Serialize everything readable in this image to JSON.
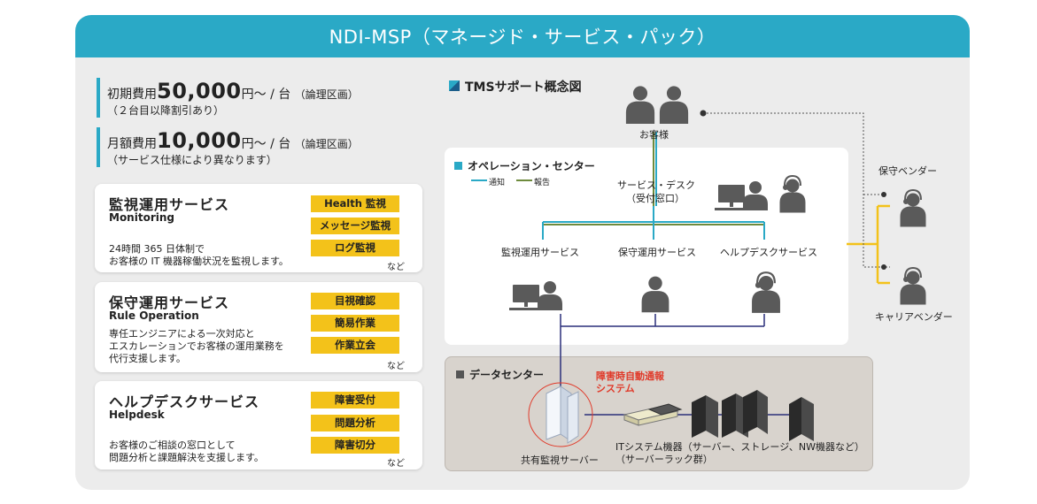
{
  "title": "NDI-MSP（マネージド・サービス・パック）",
  "pricing": [
    {
      "label": "初期費用",
      "amount": "50,000",
      "unit": "円～ / 台",
      "note": "（論理区画）",
      "sub": "（２台目以降割引あり）"
    },
    {
      "label": "月額費用",
      "amount": "10,000",
      "unit": "円～ / 台",
      "note": "（論理区画）",
      "sub": "（サービス仕様により異なります）"
    }
  ],
  "services": [
    {
      "title": "監視運用サービス",
      "subtitle": "Monitoring",
      "desc": [
        "24時間 365 日体制で",
        "お客様の IT 機器稼働状況を監視します。"
      ],
      "tags": [
        "Health 監視",
        "メッセージ監視",
        "ログ監視"
      ],
      "etc": "など"
    },
    {
      "title": "保守運用サービス",
      "subtitle": "Rule Operation",
      "desc": [
        "専任エンジニアによる一次対応と",
        "エスカレーションでお客様の運用業務を",
        "代行支援します。"
      ],
      "tags": [
        "目視確認",
        "簡易作業",
        "作業立会"
      ],
      "etc": "など"
    },
    {
      "title": "ヘルプデスクサービス",
      "subtitle": "Helpdesk",
      "desc": [
        "お客様のご相談の窓口として",
        "問題分析と課題解決を支援します。"
      ],
      "tags": [
        "障害受付",
        "問題分析",
        "障害切分"
      ],
      "etc": "など"
    }
  ],
  "diagram": {
    "heading": "TMSサポート概念図",
    "customer": "お客様",
    "operation_center": "オペレーション・センター",
    "legend_notify": "通知",
    "legend_report": "報告",
    "service_desk": [
      "サービス・デスク",
      "（受付窓口）"
    ],
    "monitoring": "監視運用サービス",
    "maintenance": "保守運用サービス",
    "helpdesk": "ヘルプデスクサービス",
    "maintenance_vendor": "保守ベンダー",
    "carrier_vendor": "キャリアベンダー",
    "data_center": "データセンター",
    "auto_alert": [
      "障害時自動通報",
      "システム"
    ],
    "shared_server": "共有監視サーバー",
    "it_equipment": [
      "ITシステム機器（サーバー、ストレージ、NW機器など）",
      "（サーバーラック群）"
    ]
  },
  "colors": {
    "teal": "#2aa9c6",
    "yellow": "#f3c21a",
    "olive": "#6e8b3d",
    "navy": "#2a2f7a",
    "red": "#e03a2a",
    "person": "#555555"
  }
}
